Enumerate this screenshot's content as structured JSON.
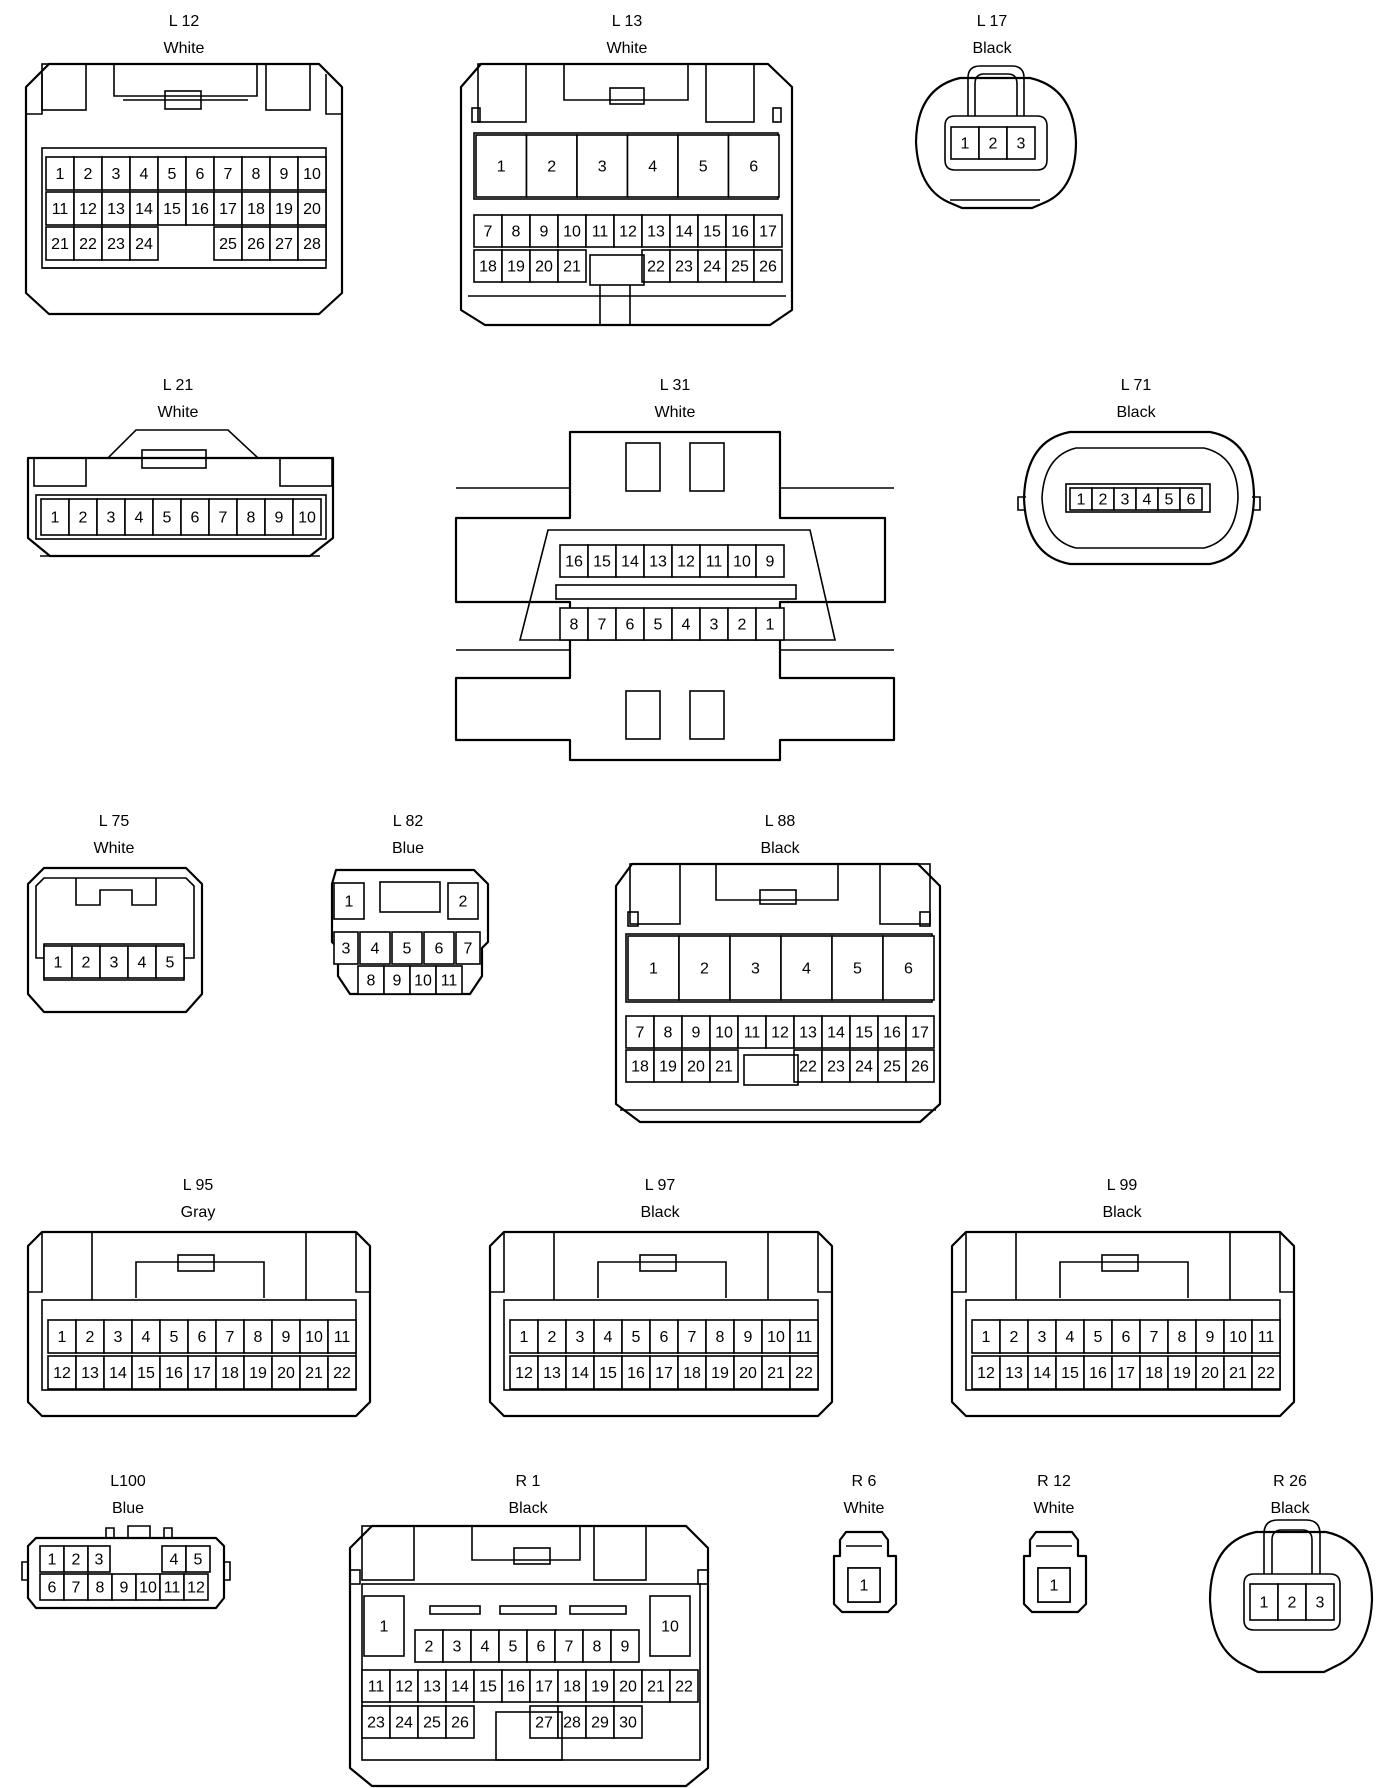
{
  "connectors": [
    {
      "id": "L 12",
      "color": "White",
      "rows": [
        [
          "1",
          "2",
          "3",
          "4",
          "5",
          "6",
          "7",
          "8",
          "9",
          "10"
        ],
        [
          "11",
          "12",
          "13",
          "14",
          "15",
          "16",
          "17",
          "18",
          "19",
          "20"
        ],
        [
          "21",
          "22",
          "23",
          "24",
          "",
          "",
          "25",
          "26",
          "27",
          "28"
        ]
      ]
    },
    {
      "id": "L 13",
      "color": "White",
      "rows": [
        [
          "1",
          "2",
          "3",
          "4",
          "5",
          "6"
        ],
        [
          "7",
          "8",
          "9",
          "10",
          "11",
          "12",
          "13",
          "14",
          "15",
          "16",
          "17"
        ],
        [
          "18",
          "19",
          "20",
          "21",
          "",
          "",
          "22",
          "23",
          "24",
          "25",
          "26"
        ]
      ]
    },
    {
      "id": "L 17",
      "color": "Black",
      "rows": [
        [
          "1",
          "2",
          "3"
        ]
      ]
    },
    {
      "id": "L 21",
      "color": "White",
      "rows": [
        [
          "1",
          "2",
          "3",
          "4",
          "5",
          "6",
          "7",
          "8",
          "9",
          "10"
        ]
      ]
    },
    {
      "id": "L 31",
      "color": "White",
      "rows": [
        [
          "16",
          "15",
          "14",
          "13",
          "12",
          "11",
          "10",
          "9"
        ],
        [
          "8",
          "7",
          "6",
          "5",
          "4",
          "3",
          "2",
          "1"
        ]
      ]
    },
    {
      "id": "L 71",
      "color": "Black",
      "rows": [
        [
          "1",
          "2",
          "3",
          "4",
          "5",
          "6"
        ]
      ]
    },
    {
      "id": "L 75",
      "color": "White",
      "rows": [
        [
          "1",
          "2",
          "3",
          "4",
          "5"
        ]
      ]
    },
    {
      "id": "L 82",
      "color": "Blue",
      "rows": [
        [
          "1",
          "2"
        ],
        [
          "3",
          "4",
          "5",
          "6",
          "7"
        ],
        [
          "8",
          "9",
          "10",
          "11"
        ]
      ]
    },
    {
      "id": "L 88",
      "color": "Black",
      "rows": [
        [
          "1",
          "2",
          "3",
          "4",
          "5",
          "6"
        ],
        [
          "7",
          "8",
          "9",
          "10",
          "11",
          "12",
          "13",
          "14",
          "15",
          "16",
          "17"
        ],
        [
          "18",
          "19",
          "20",
          "21",
          "",
          "",
          "22",
          "23",
          "24",
          "25",
          "26"
        ]
      ]
    },
    {
      "id": "L 95",
      "color": "Gray",
      "rows": [
        [
          "1",
          "2",
          "3",
          "4",
          "5",
          "6",
          "7",
          "8",
          "9",
          "10",
          "11"
        ],
        [
          "12",
          "13",
          "14",
          "15",
          "16",
          "17",
          "18",
          "19",
          "20",
          "21",
          "22"
        ]
      ]
    },
    {
      "id": "L 97",
      "color": "Black",
      "rows": [
        [
          "1",
          "2",
          "3",
          "4",
          "5",
          "6",
          "7",
          "8",
          "9",
          "10",
          "11"
        ],
        [
          "12",
          "13",
          "14",
          "15",
          "16",
          "17",
          "18",
          "19",
          "20",
          "21",
          "22"
        ]
      ]
    },
    {
      "id": "L 99",
      "color": "Black",
      "rows": [
        [
          "1",
          "2",
          "3",
          "4",
          "5",
          "6",
          "7",
          "8",
          "9",
          "10",
          "11"
        ],
        [
          "12",
          "13",
          "14",
          "15",
          "16",
          "17",
          "18",
          "19",
          "20",
          "21",
          "22"
        ]
      ]
    },
    {
      "id": "L100",
      "color": "Blue",
      "rows": [
        [
          "1",
          "2",
          "3",
          "4",
          "5"
        ],
        [
          "6",
          "7",
          "8",
          "9",
          "10",
          "11",
          "12"
        ]
      ]
    },
    {
      "id": "R 1",
      "color": "Black",
      "rows": [
        [
          "1",
          "10"
        ],
        [
          "2",
          "3",
          "4",
          "5",
          "6",
          "7",
          "8",
          "9"
        ],
        [
          "11",
          "12",
          "13",
          "14",
          "15",
          "16",
          "17",
          "18",
          "19",
          "20",
          "21",
          "22"
        ],
        [
          "23",
          "24",
          "25",
          "26",
          "",
          "",
          "27",
          "28",
          "29",
          "30"
        ]
      ]
    },
    {
      "id": "R 6",
      "color": "White",
      "rows": [
        [
          "1"
        ]
      ]
    },
    {
      "id": "R 12",
      "color": "White",
      "rows": [
        [
          "1"
        ]
      ]
    },
    {
      "id": "R 26",
      "color": "Black",
      "rows": [
        [
          "1",
          "2",
          "3"
        ]
      ]
    }
  ]
}
